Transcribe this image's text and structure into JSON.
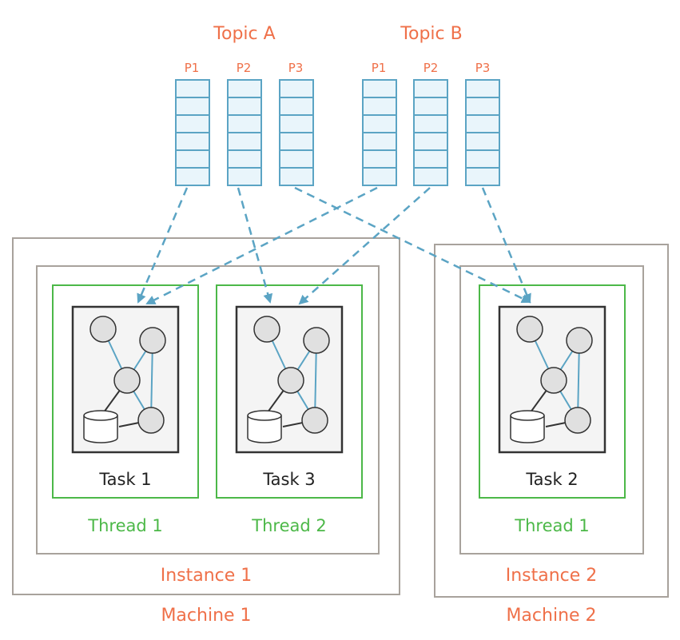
{
  "topics": [
    {
      "name": "Topic A",
      "partitions": [
        "P1",
        "P2",
        "P3"
      ]
    },
    {
      "name": "Topic B",
      "partitions": [
        "P1",
        "P2",
        "P3"
      ]
    }
  ],
  "machines": [
    {
      "label": "Machine 1",
      "instance": "Instance 1",
      "threads": [
        {
          "label": "Thread 1",
          "task": "Task 1"
        },
        {
          "label": "Thread 2",
          "task": "Task 3"
        }
      ]
    },
    {
      "label": "Machine 2",
      "instance": "Instance 2",
      "threads": [
        {
          "label": "Thread 1",
          "task": "Task 2"
        }
      ]
    }
  ],
  "colors": {
    "topic_label": "#ef7049",
    "partition_stroke": "#5ba4c4",
    "partition_fill": "#e9f5fb",
    "arrow": "#5ba4c4",
    "thread_border": "#4cb848",
    "container_border": "#a8a29c",
    "task_border": "#333333",
    "task_fill": "#f4f4f4",
    "node_fill": "#e0e0e0"
  }
}
